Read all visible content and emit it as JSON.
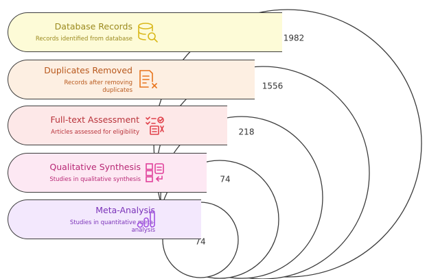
{
  "stages": [
    {
      "title": "Database Records",
      "description": "Records identified from database",
      "count": "1982",
      "icon": "database-search-icon",
      "fill": "#fdfbd7",
      "color": "#9b8a1e"
    },
    {
      "title": "Duplicates Removed",
      "description": "Records after removing duplicates",
      "count": "1556",
      "icon": "document-remove-icon",
      "fill": "#fdefe2",
      "color": "#b8581c"
    },
    {
      "title": "Full-text Assessment",
      "description": "Articles assessed for eligibility",
      "count": "218",
      "icon": "checklist-review-icon",
      "fill": "#fde8e8",
      "color": "#b8323a"
    },
    {
      "title": "Qualitative Synthesis",
      "description": "Studies in qualitative synthesis",
      "count": "74",
      "icon": "synthesis-blocks-icon",
      "fill": "#fde8f3",
      "color": "#b82875"
    },
    {
      "title": "Meta-Analysis",
      "description": "Studies in quantitative meta-analysis",
      "count": "74",
      "icon": "bar-chart-icon",
      "fill": "#f3e8fd",
      "color": "#7a32b8"
    }
  ]
}
